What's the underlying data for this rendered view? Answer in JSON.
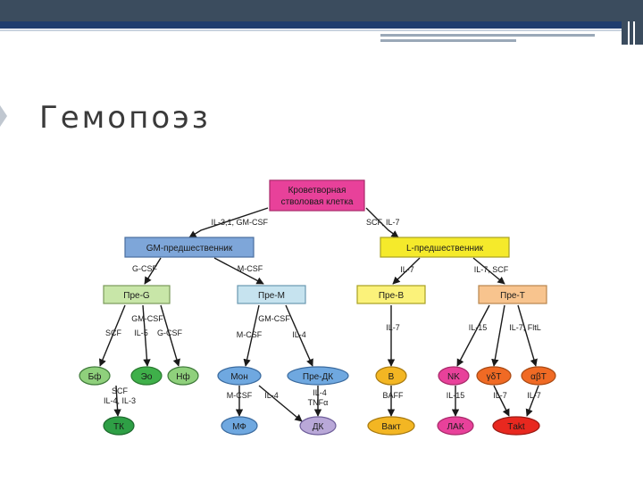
{
  "slide": {
    "title": "Гемопоэз"
  },
  "diagram": {
    "nodes": {
      "hsc": {
        "lines": [
          "Кроветворная",
          "стволовая клетка"
        ],
        "fill": "#e8419a",
        "stroke": "#a82a6a"
      },
      "gm": {
        "label": "GM-предшественник",
        "fill": "#7ea6d9",
        "stroke": "#4a6e9e"
      },
      "l": {
        "label": "L-предшественник",
        "fill": "#f5ea2b",
        "stroke": "#a8a022"
      },
      "preg": {
        "label": "Пре-G",
        "fill": "#c8e6a8",
        "stroke": "#7a9a5a"
      },
      "prem": {
        "label": "Пре-М",
        "fill": "#c6e3ef",
        "stroke": "#6a98b0"
      },
      "preb": {
        "label": "Пре-В",
        "fill": "#fbf27a",
        "stroke": "#a8a022"
      },
      "pret": {
        "label": "Пре-Т",
        "fill": "#f8c48e",
        "stroke": "#b8864e"
      },
      "bf": {
        "label": "Бф",
        "fill": "#8fd07c",
        "stroke": "#3f7a3a"
      },
      "eo": {
        "label": "Эо",
        "fill": "#3fb04a",
        "stroke": "#2a7a30"
      },
      "nf": {
        "label": "Нф",
        "fill": "#8fd07c",
        "stroke": "#3f7a3a"
      },
      "mon": {
        "label": "Мон",
        "fill": "#6fa8e0",
        "stroke": "#3a6a9e"
      },
      "predc": {
        "label": "Пре-ДК",
        "fill": "#6fa8e0",
        "stroke": "#3a6a9e"
      },
      "b": {
        "label": "B",
        "fill": "#f3b623",
        "stroke": "#a87a10"
      },
      "nk": {
        "label": "NK",
        "fill": "#e8419a",
        "stroke": "#a82a6a"
      },
      "gdt": {
        "label": "γδT",
        "fill": "#f06a24",
        "stroke": "#a84a14"
      },
      "abt": {
        "label": "αβT",
        "fill": "#f06a24",
        "stroke": "#a84a14"
      },
      "tk": {
        "label": "ТК",
        "fill": "#2e9f45",
        "stroke": "#1e6a2e"
      },
      "mf": {
        "label": "МФ",
        "fill": "#6fa8e0",
        "stroke": "#3a6a9e"
      },
      "dk": {
        "label": "ДК",
        "fill": "#b9a8d8",
        "stroke": "#6e5e9a"
      },
      "bakt": {
        "label": "Вакт",
        "fill": "#f3b623",
        "stroke": "#a87a10"
      },
      "lak": {
        "label": "ЛАК",
        "fill": "#e8419a",
        "stroke": "#a82a6a"
      },
      "tact": {
        "label": "Тakt",
        "fill": "#e8281f",
        "stroke": "#9a1a14"
      }
    },
    "edge_labels": {
      "hsc_gm": "IL-3,1, GM-CSF",
      "hsc_l": "SCF, IL-7",
      "gm_preg": "G-CSF",
      "gm_prem": "M-CSF",
      "l_preb": "IL-7",
      "l_pret": "IL-7, SCF",
      "preg_gmcsf": "GM-CSF",
      "preg_bf": "SCF",
      "preg_eo": "IL-5",
      "preg_nf": "G-CSF",
      "prem_gmcsf": "GM-CSF",
      "prem_mon": "M-CSF",
      "prem_predc": "IL-4",
      "preb_b": "IL-7",
      "pret_nk": "IL-15",
      "pret_t": "IL-7, FltL",
      "bf_tk_1": "SCF",
      "bf_tk_2": "IL-4, IL-3",
      "mon_mf": "M-CSF",
      "mon_dk": "IL-4",
      "predc_dk_1": "IL-4",
      "predc_dk_2": "TNFα",
      "b_bakt": "BAFF",
      "nk_lak": "IL-15",
      "gdt_tact": "IL-7",
      "abt_tact": "IL-7"
    }
  }
}
